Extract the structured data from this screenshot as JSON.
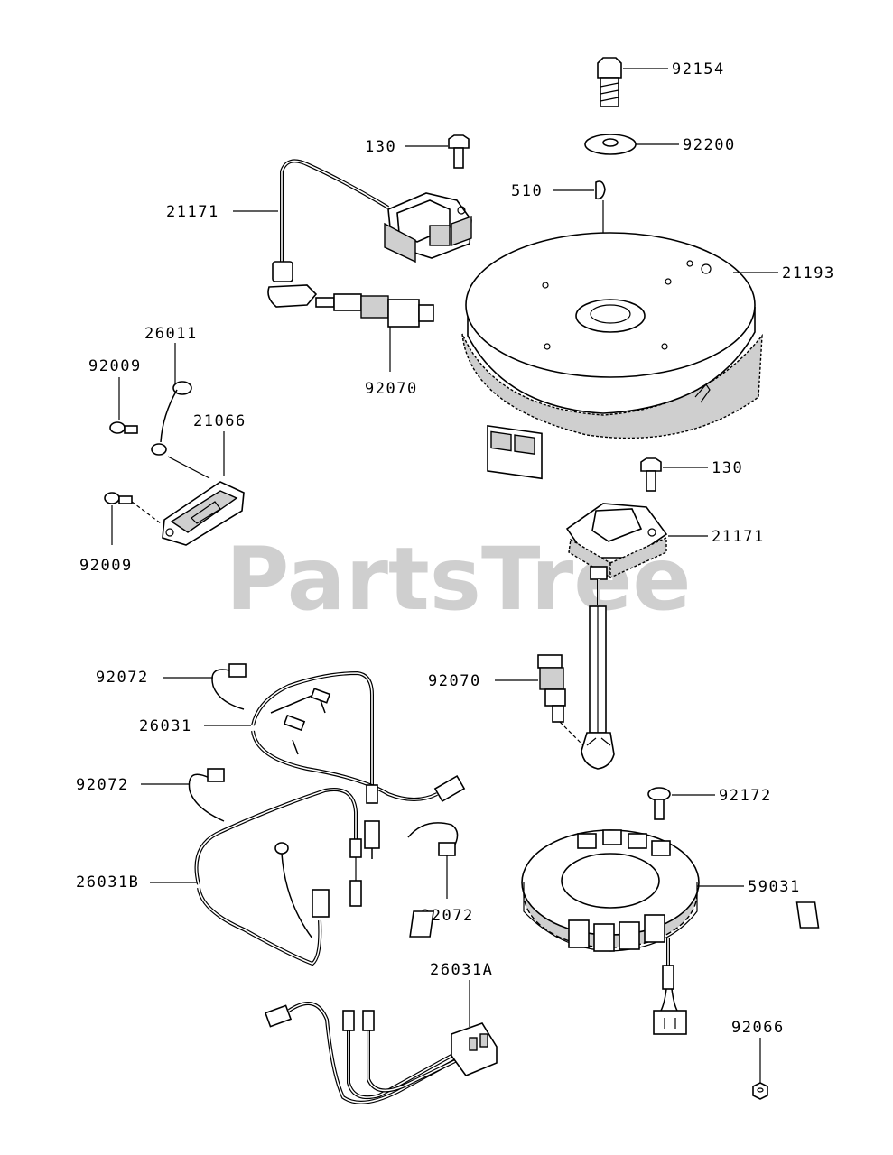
{
  "watermark": "PartsTree",
  "callouts": {
    "c92154": "92154",
    "c92200": "92200",
    "c130_top": "130",
    "c510": "510",
    "c21171_top": "21171",
    "c21193": "21193",
    "c26011": "26011",
    "c92009_top": "92009",
    "c92070_top": "92070",
    "c21066": "21066",
    "c130_mid": "130",
    "c21171_mid": "21171",
    "c92009_bot": "92009",
    "c92072_a": "92072",
    "c92070_mid": "92070",
    "c26031": "26031",
    "c92072_b": "92072",
    "c92172": "92172",
    "c26031B": "26031B",
    "c59031": "59031",
    "c92072_c": "92072",
    "c26031A": "26031A",
    "c92066": "92066"
  }
}
